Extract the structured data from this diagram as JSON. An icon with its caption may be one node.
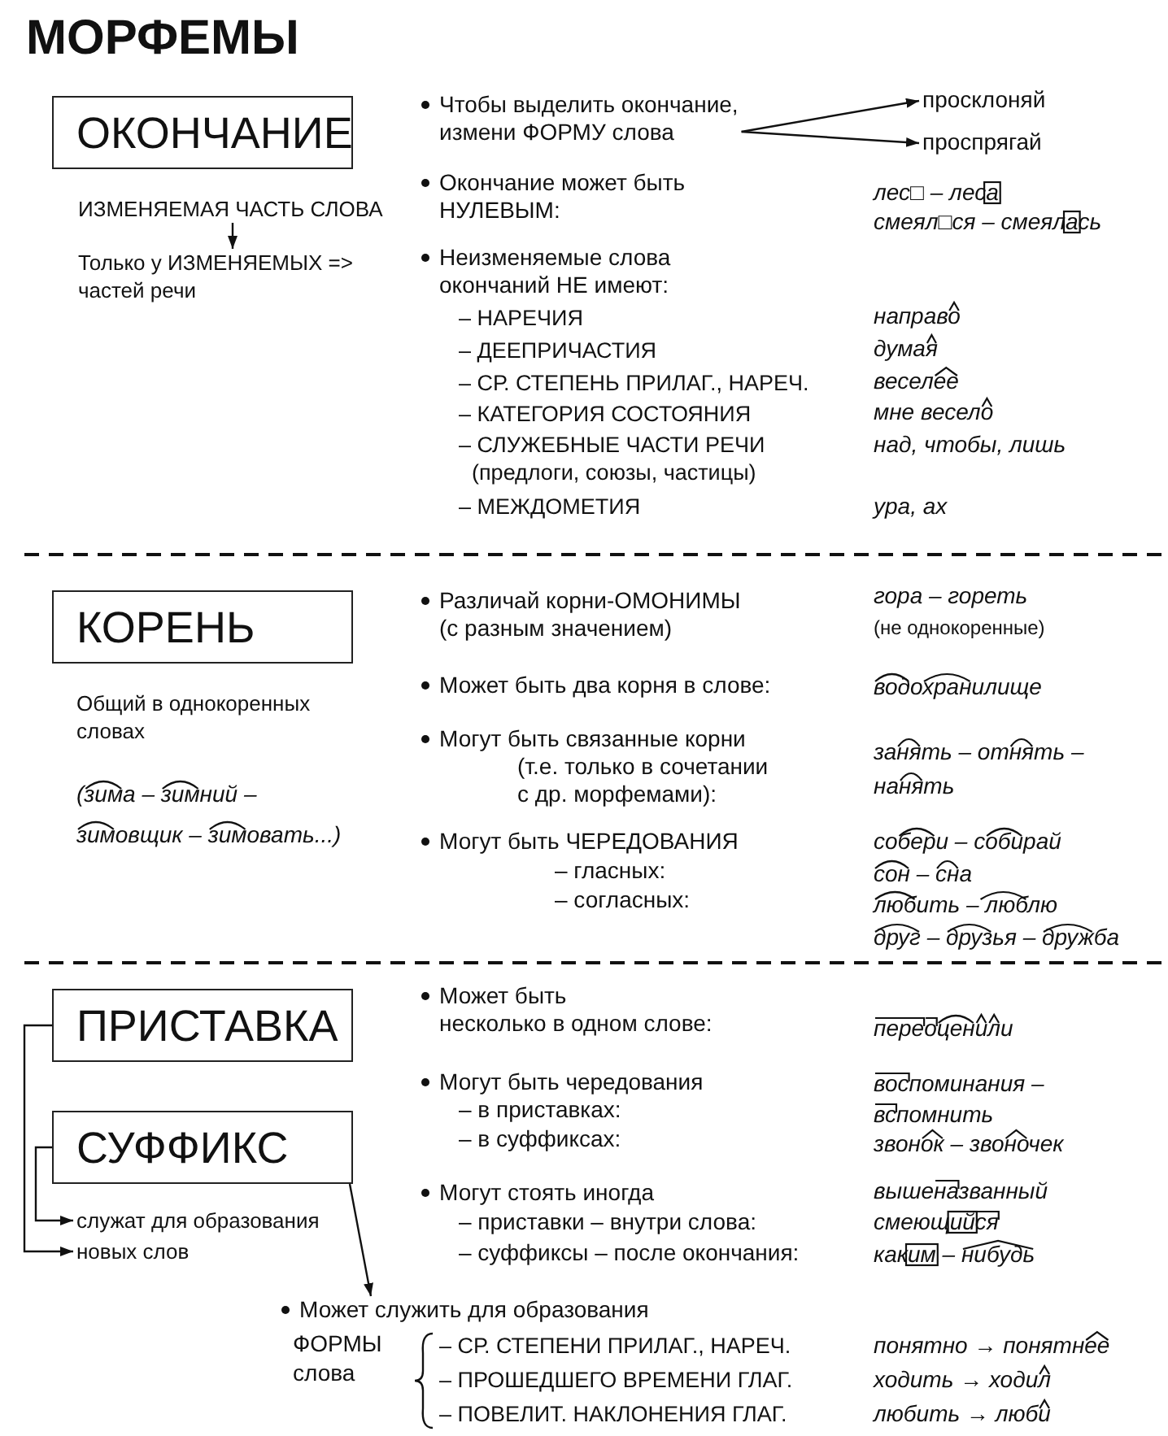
{
  "diagram": {
    "title": "МОРФЕМЫ",
    "nodes": [
      {
        "text": [
          "ОКОНЧАНИЕ"
        ]
      },
      {
        "text": [
          "ИЗМЕНЯЕМАЯ ЧАСТЬ СЛОВА"
        ]
      },
      {
        "text": [
          "Только у ИЗМЕНЯЕМЫХ => частей речи"
        ]
      },
      {
        "text": [
          "Чтобы выделить окончание, измени ФОРМУ слова"
        ]
      },
      {
        "text": [
          "просклоняй"
        ]
      },
      {
        "text": [
          "проспрягай"
        ]
      },
      {
        "text": [
          "КОРЕНЬ"
        ]
      },
      {
        "text": [
          "ПРИСТАВКА"
        ]
      },
      {
        "text": [
          "СУФФИКС"
        ]
      },
      {
        "text": [
          "служат для образования новых слов"
        ]
      },
      {
        "text": [
          "Может служить для образования",
          "ФОРМЫ слова"
        ]
      }
    ],
    "edges": [
      {
        "from": 1,
        "to": 2,
        "arrow": "to"
      },
      {
        "from": 3,
        "to": 4,
        "arrow": "to"
      },
      {
        "from": 3,
        "to": 5,
        "arrow": "to"
      },
      {
        "from": 7,
        "to": 9,
        "arrow": "to"
      },
      {
        "from": 8,
        "to": 9,
        "arrow": "to"
      },
      {
        "from": 8,
        "to": 10,
        "arrow": "to"
      }
    ],
    "labels": [
      "Окончание может быть НУЛЕВЫМ:",
      "лес□ – леса",
      "смеял□ся – смеялась",
      "Неизменяемые слова окончаний НЕ имеют:",
      "– НАРЕЧИЯ",
      "направо",
      "– ДЕЕПРИЧАСТИЯ",
      "думая",
      "– СР. СТЕПЕНЬ ПРИЛАГ., НАРЕЧ.",
      "веселее",
      "– КАТЕГОРИЯ СОСТОЯНИЯ",
      "мне весело",
      "– СЛУЖЕБНЫЕ ЧАСТИ РЕЧИ (предлоги, союзы, частицы)",
      "над, чтобы, лишь",
      "– МЕЖДОМЕТИЯ",
      "ура, ах",
      "Общий в однокоренных словах",
      "(зима – зимний – зимовщик – зимовать...)",
      "Различай корни-ОМОНИМЫ (с разным значением)",
      "гора – гореть",
      "(не однокоренные)",
      "Может быть два корня в слове:",
      "водохранилище",
      "Могут быть связанные корни (т.е. только в сочетании с др. морфемами):",
      "занять – отнять – нанять",
      "Могут быть ЧЕРЕДОВАНИЯ",
      "– гласных:",
      "– согласных:",
      "собери – собирай",
      "сон – сна",
      "любить – люблю",
      "друг – друзья – дружба",
      "Может быть несколько в одном слове:",
      "переоценили",
      "Могут быть чередования",
      "– в приставках:",
      "– в суффиксах:",
      "воспоминания – вспомнить",
      "звонок – звоночек",
      "Могут стоять иногда",
      "– приставки – внутри слова:",
      "– суффиксы – после окончания:",
      "вышеназванный",
      "смеющийся",
      "каким – нибудь",
      "– СР. СТЕПЕНИ ПРИЛАГ., НАРЕЧ.",
      "понятно → понятнее",
      "– ПРОШЕДШЕГО ВРЕМЕНИ ГЛАГ.",
      "ходить → ходил",
      "– ПОВЕЛИТ. НАКЛОНЕНИЯ ГЛАГ.",
      "любить → люби"
    ]
  }
}
